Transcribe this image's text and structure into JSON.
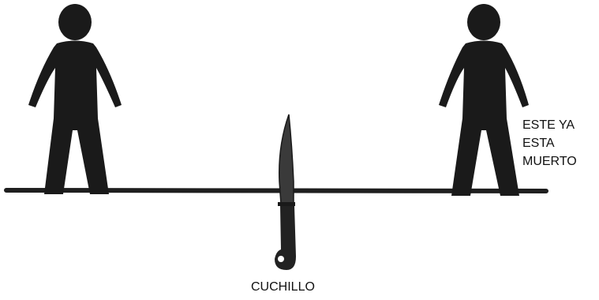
{
  "labels": {
    "dead_person": [
      "ESTE YA",
      "ESTA",
      "MUERTO"
    ],
    "knife": "CUCHILLO"
  },
  "colors": {
    "figure": "#1a1a1a",
    "ground": "#1f1f1f",
    "blade": "#3a3a3a",
    "handle": "#222222",
    "text": "#111111"
  },
  "icons": {
    "left_figure": "person-icon",
    "right_figure": "person-icon",
    "knife": "knife-icon"
  }
}
